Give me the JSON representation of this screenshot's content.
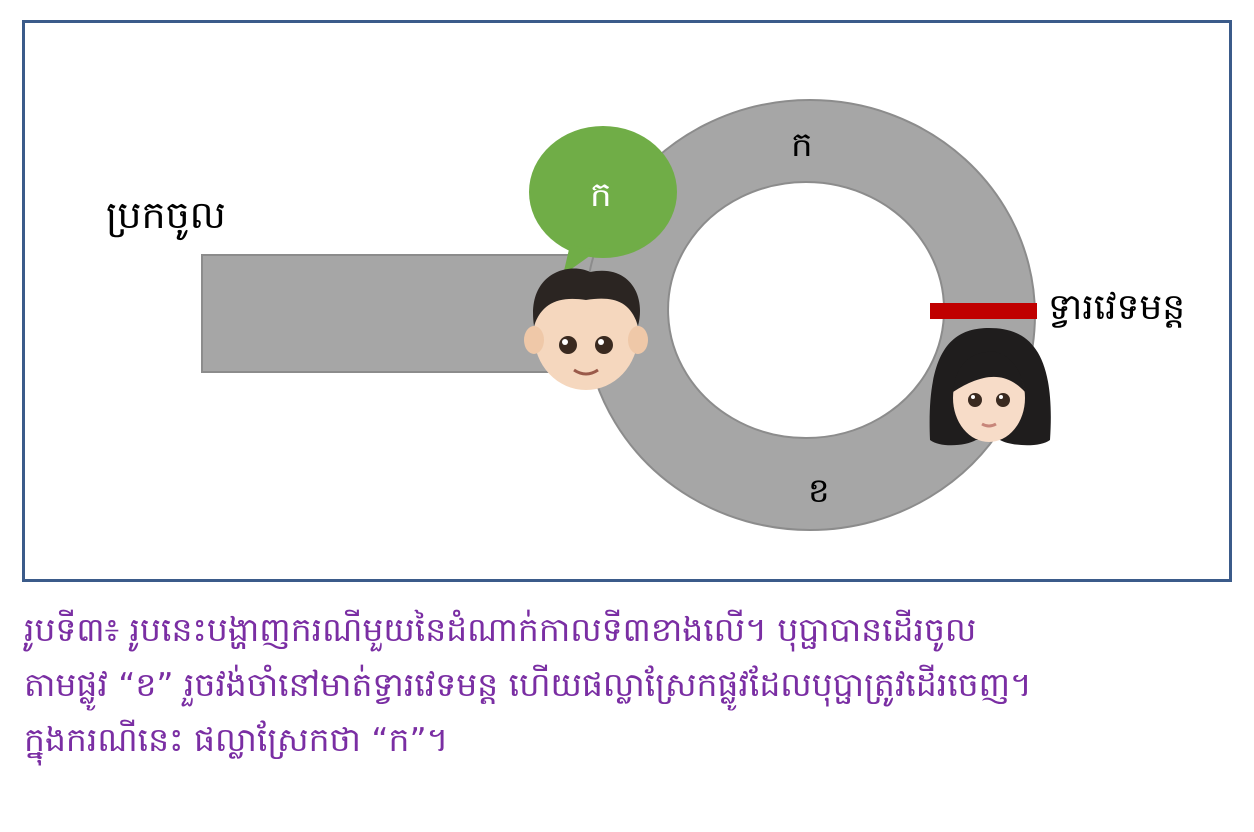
{
  "diagram": {
    "entrance_label": "ប្រកចូល",
    "top_path_label": "ក",
    "bottom_path_label": "ខ",
    "door_label": "ទ្វារវេទមន្ត",
    "speech_bubble_text": "ក",
    "colors": {
      "road": "#a6a6a6",
      "road_stroke": "#8c8c8c",
      "bubble": "#70ad47",
      "door": "#c00000",
      "frame": "#3b5b8a",
      "caption": "#7a2ea3"
    },
    "icons": [
      "boy-face-icon",
      "girl-face-icon",
      "speech-bubble-icon"
    ]
  },
  "caption": {
    "line1": "រូបទី៣៖ រូបនេះបង្ហាញករណីមួយនៃដំណាក់កាលទី៣ខាងលើ។ បុប្ផាបានដើរចូល",
    "line2": "តាមផ្លូវ “ខ” រួចវង់ចាំនៅមាត់ទ្វារវេទមន្ត ហើយផល្លាស្រែកផ្លូវដែលបុប្ផាត្រូវដើរចេញ។",
    "line3": "ក្នុងករណីនេះ ផល្លាស្រែកថា “ក”។"
  }
}
